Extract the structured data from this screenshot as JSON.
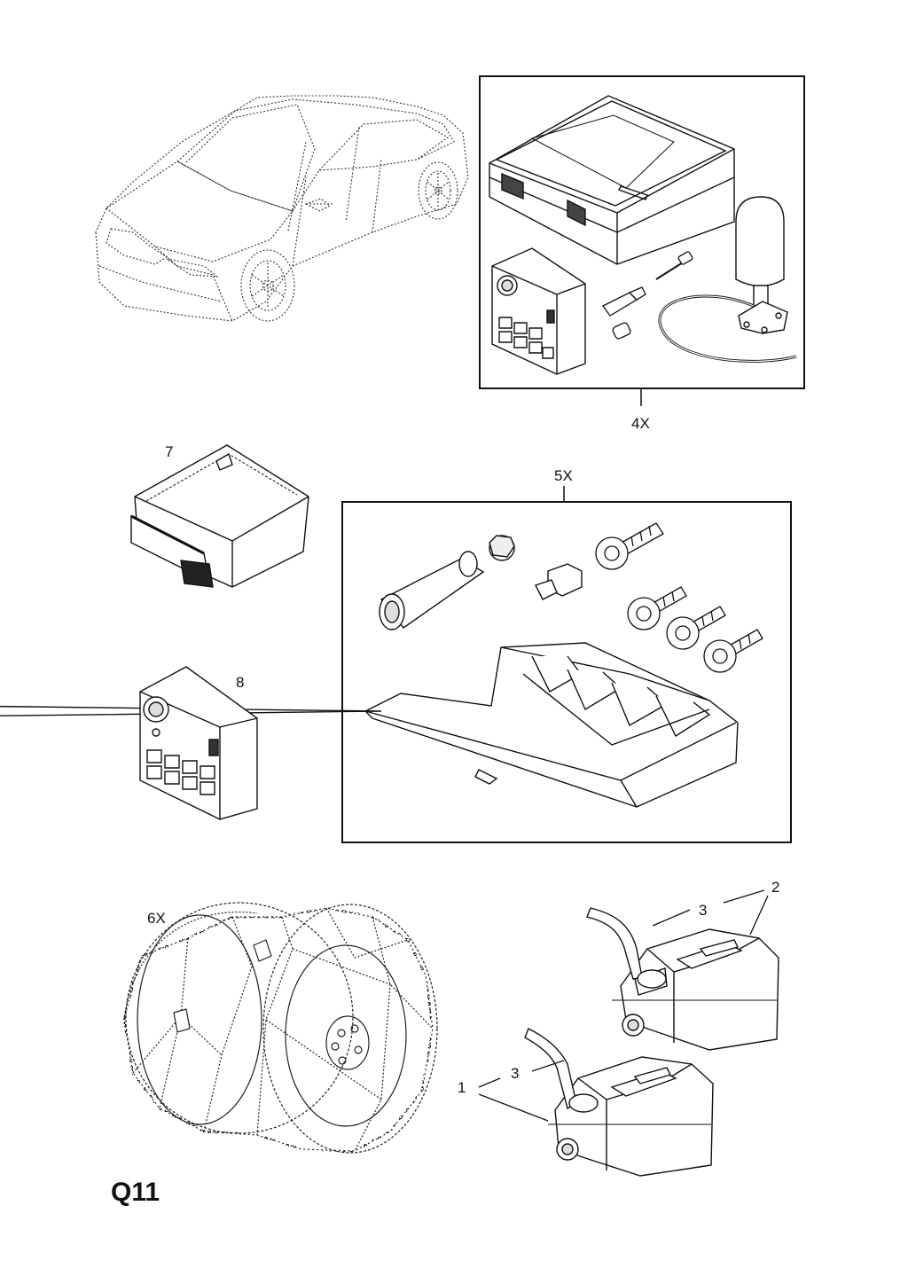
{
  "labels": {
    "kit": "4X",
    "first_aid_bag": "7",
    "bolt_set": "5X",
    "compressor": "8",
    "snow_chains": "6X",
    "can_front": "1",
    "can_rear": "2",
    "spout_rear": "3",
    "spout_front": "3"
  },
  "page_code": "Q11"
}
